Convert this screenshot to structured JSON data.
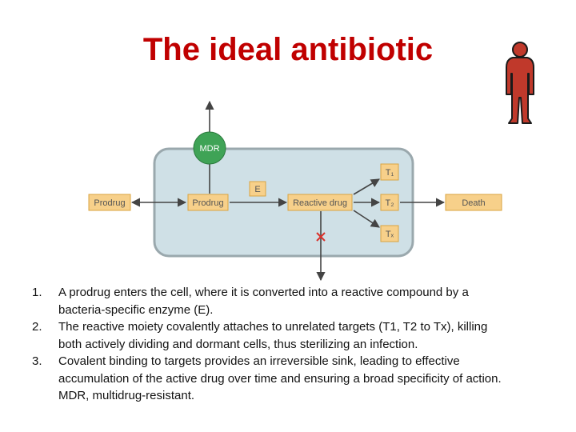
{
  "title": "The ideal antibiotic",
  "diagram": {
    "mdr": "MDR",
    "enzyme": "E",
    "prodrug_outside": "Prodrug",
    "prodrug_inside": "Prodrug",
    "reactive_drug": "Reactive drug",
    "target_1": "T₁",
    "target_2": "T₂",
    "target_x": "Tₓ",
    "death": "Death",
    "colors": {
      "cell_fill": "#cfe0e6",
      "cell_stroke": "#9aa8ad",
      "box_fill": "#f7d08a",
      "box_stroke": "#d9a441",
      "mdr_fill": "#3fa356",
      "block_mark": "#d9322b",
      "title": "#c00000"
    }
  },
  "steps": [
    {
      "num": "1.",
      "text": "A prodrug enters the cell, where it is converted into a reactive compound by a bacteria-specific enzyme (E)."
    },
    {
      "num": "2.",
      "text": "The reactive moiety covalently attaches to unrelated targets (T1, T2 to Tx), killing both actively dividing and dormant cells, thus sterilizing an infection."
    },
    {
      "num": "3.",
      "text": "Covalent binding to targets provides an irreversible sink, leading to effective accumulation of the active drug over time and ensuring a broad specificity of action. MDR, multidrug-resistant."
    }
  ]
}
